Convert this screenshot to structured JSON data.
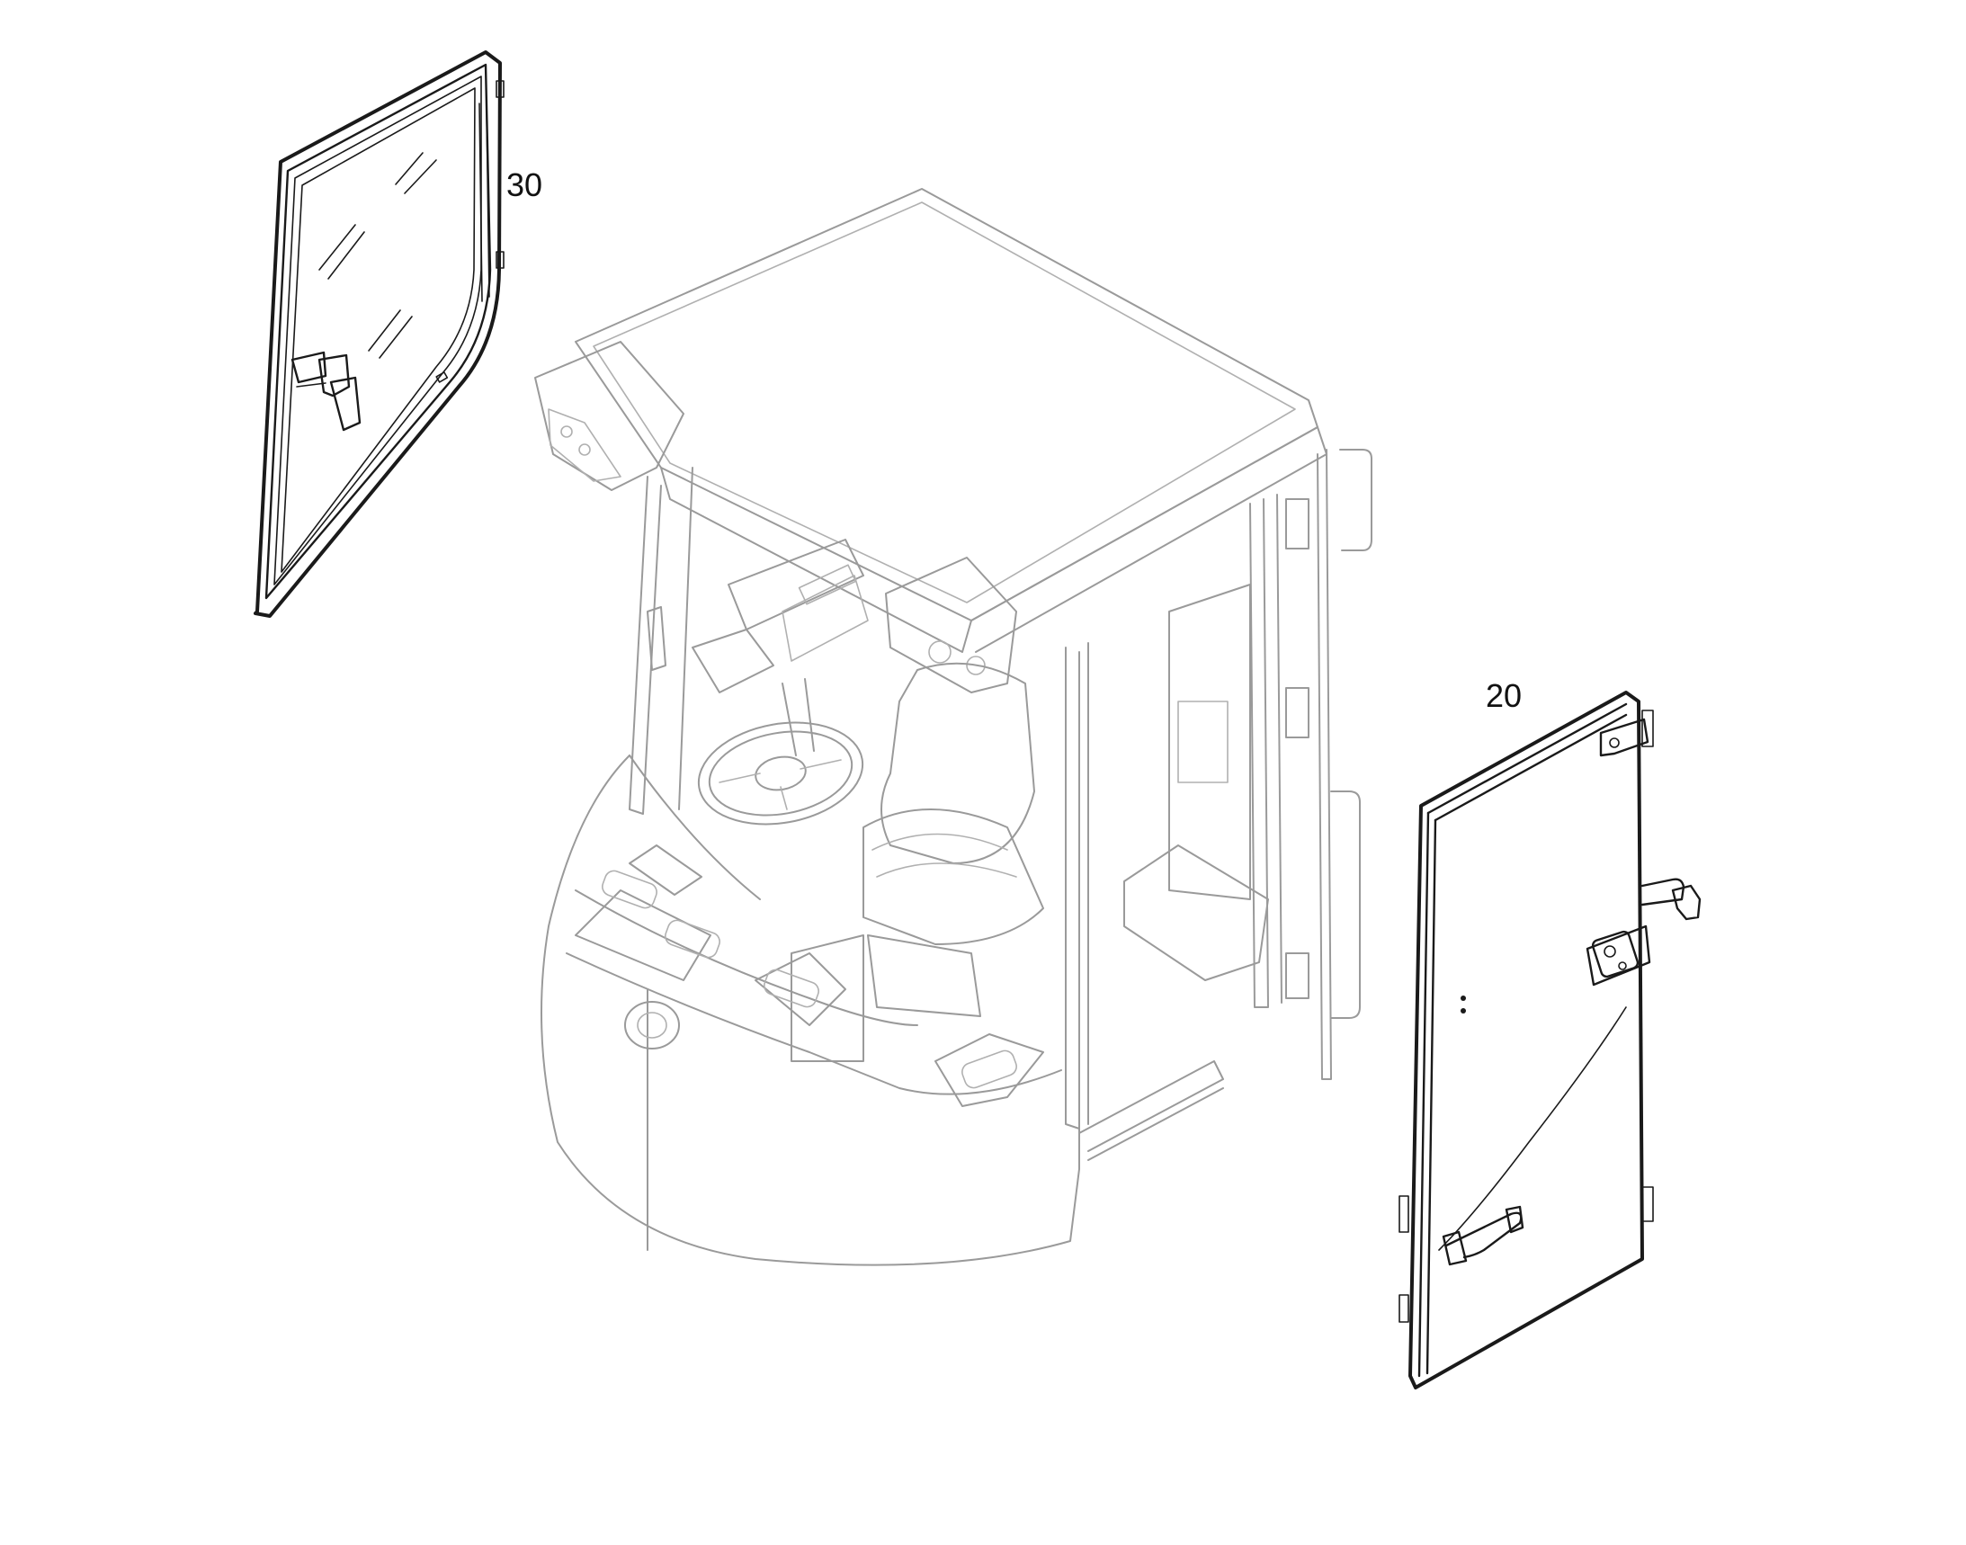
{
  "diagram": {
    "type": "exploded-parts-view",
    "callouts": [
      {
        "id": "side-window",
        "label": "30"
      },
      {
        "id": "door",
        "label": "20"
      }
    ]
  }
}
